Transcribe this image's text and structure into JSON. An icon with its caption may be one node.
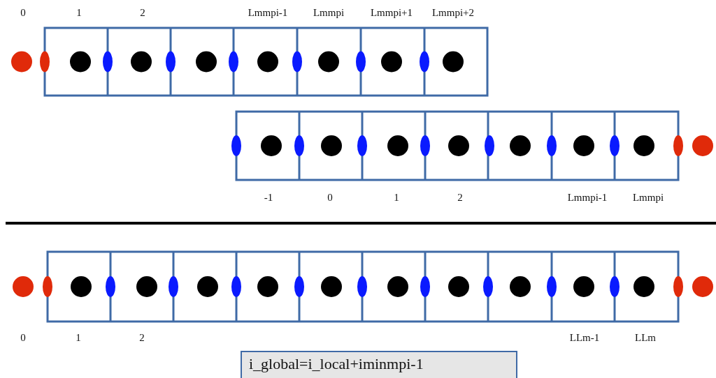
{
  "diagram": {
    "nodes": [
      {
        "text": [
          "i_global=i_local+iminmpi-1"
        ]
      }
    ],
    "labels": [
      "0",
      "1",
      "2",
      "Lmmpi-1",
      "Lmmpi",
      "Lmmpi+1",
      "Lmmpi+2",
      "-1",
      "0",
      "1",
      "2",
      "Lmmpi-1",
      "Lmmpi",
      "0",
      "1",
      "2",
      "LLm-1",
      "LLm"
    ]
  }
}
